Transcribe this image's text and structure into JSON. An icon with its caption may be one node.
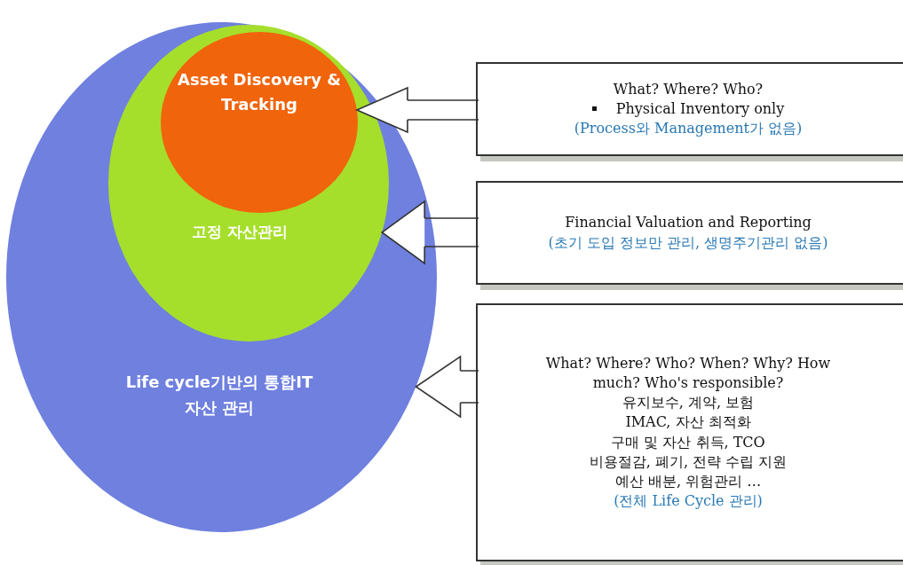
{
  "diagram": {
    "nodes": [
      {
        "text": [
          "Life cycle기반의 통합IT자산 관리"
        ]
      },
      {
        "text": [
          "고정 자산관리"
        ],
        "in": 0
      },
      {
        "text": [
          "Asset Discovery & Tracking"
        ],
        "in": 1
      },
      {
        "text": [
          "What? Where? Who?",
          "Physical Inventory only",
          "(Process와 Management가 없음)"
        ]
      },
      {
        "text": [
          "Financial Valuation and Reporting",
          "(초기 도입 정보만 관리, 생명주기관리 없음)"
        ]
      },
      {
        "text": [
          "What? Where? Who? When? Why? How much? Who's responsible?",
          "유지보수, 계약, 보험",
          "IMAC, 자산 최적화",
          "구매 및 자산 취득, TCO",
          "비용절감, 폐기, 전략 수립 지원",
          "예산 배분, 위험관리 …",
          "(전체 Life Cycle 관리)"
        ]
      }
    ],
    "edges": [
      {
        "from": 3,
        "to": 2,
        "arrow": "to"
      },
      {
        "from": 4,
        "to": 1,
        "arrow": "to"
      },
      {
        "from": 5,
        "to": 0,
        "arrow": "to"
      }
    ]
  }
}
